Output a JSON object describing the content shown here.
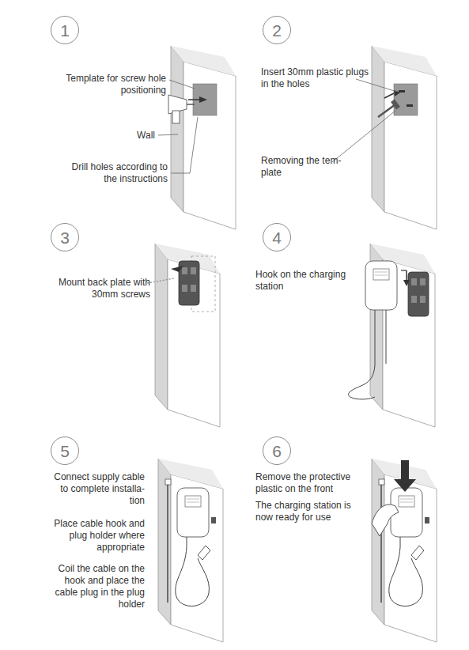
{
  "diagram": {
    "nodes": [
      {
        "text": [
          "1"
        ]
      },
      {
        "text": [
          "2"
        ]
      },
      {
        "text": [
          "3"
        ]
      },
      {
        "text": [
          "4"
        ]
      },
      {
        "text": [
          "5"
        ]
      },
      {
        "text": [
          "6"
        ]
      }
    ],
    "labels": [
      "Template for screw hole positioning",
      "Wall",
      "Drill holes according to the instructions",
      "Insert 30mm plastic plugs in the holes",
      "Removing the tem- plate",
      "Mount back plate with 30mm screws",
      "Hook on the charging station",
      "Connect supply cable to complete installa- tion",
      "Place cable hook and plug holder where appropriate",
      "Coil the cable on the hook and place the cable plug in the plug holder",
      "Remove the protective plastic on the front",
      "The charging station is now ready for use"
    ]
  }
}
